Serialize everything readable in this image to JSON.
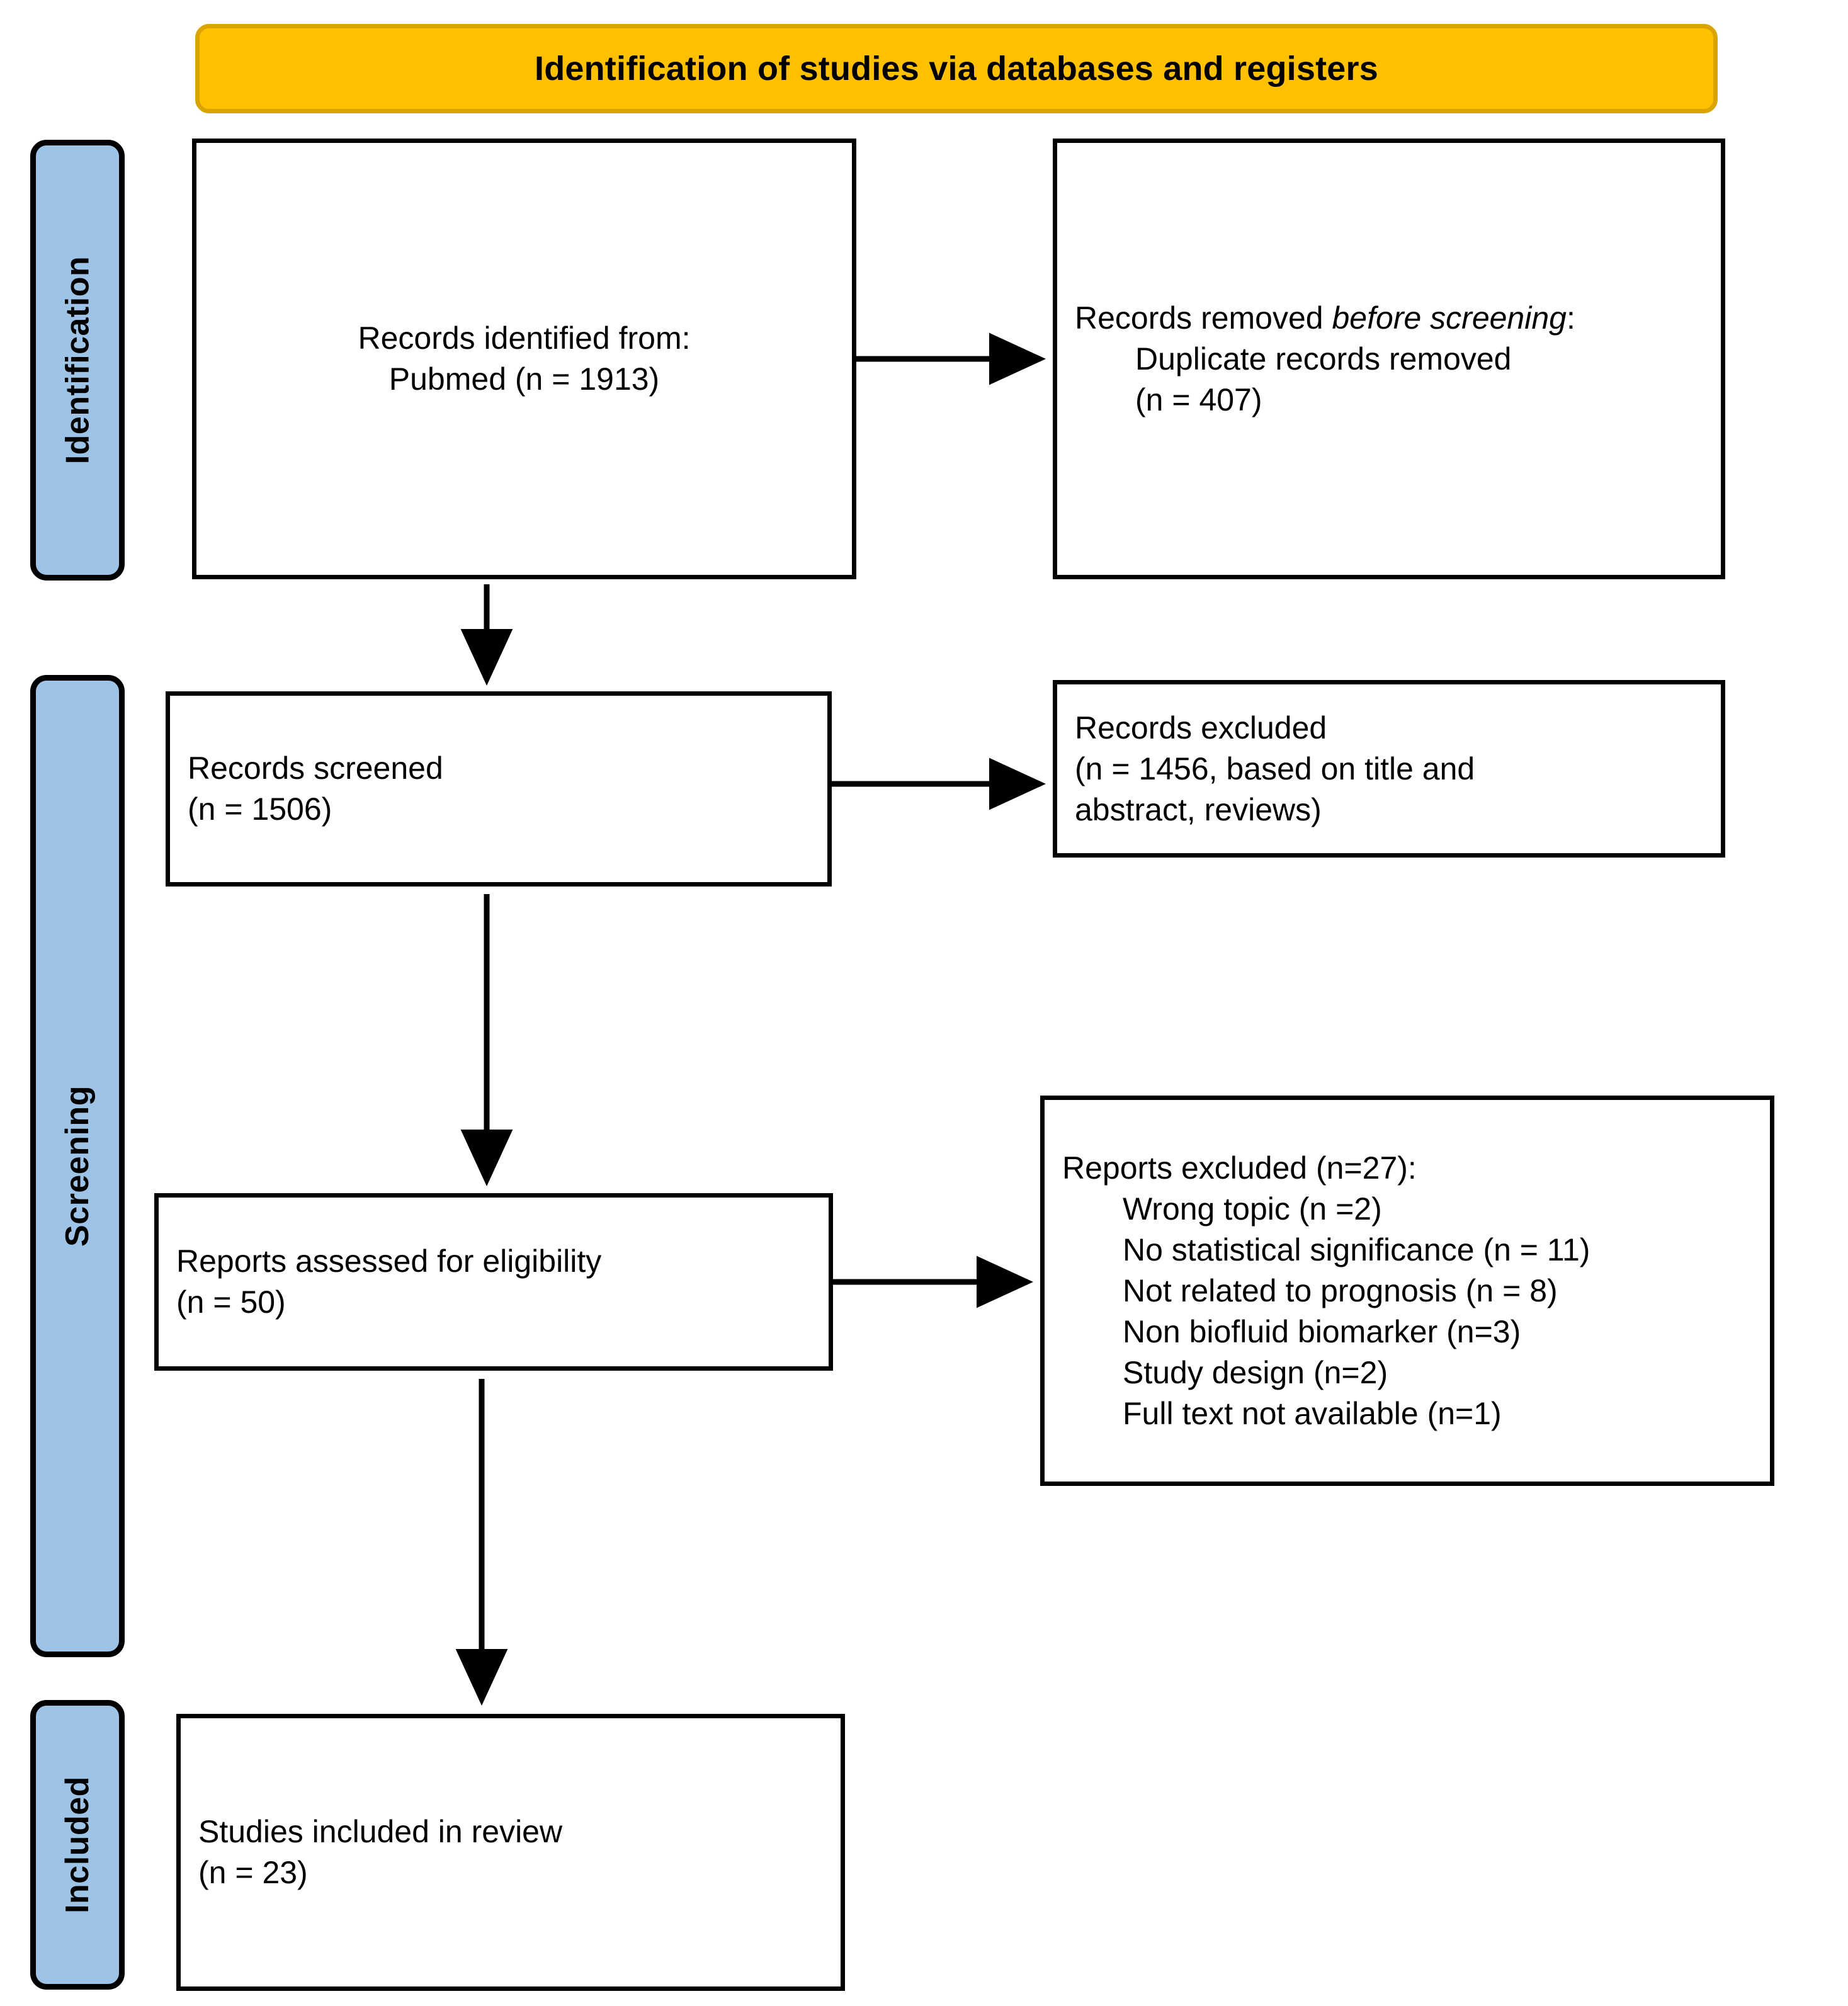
{
  "banner": {
    "title": "Identification of studies via databases and registers"
  },
  "stages": [
    {
      "key": "identification",
      "label": "Identification"
    },
    {
      "key": "screening",
      "label": "Screening"
    },
    {
      "key": "included",
      "label": "Included"
    }
  ],
  "boxes": {
    "identified": {
      "line1": "Records identified from:",
      "line2": "Pubmed (n = 1913)"
    },
    "removed": {
      "lead_plain": "Records removed ",
      "lead_italic": "before screening",
      "lead_colon": ":",
      "item1": "Duplicate records removed",
      "item2": "(n = 407)"
    },
    "screened": {
      "line1": "Records screened",
      "line2": "(n = 1506)"
    },
    "excluded": {
      "line1": "Records excluded",
      "line2": "(n = 1456, based on title and",
      "line3": "abstract, reviews)"
    },
    "eligibility": {
      "line1": "Reports assessed for eligibility",
      "line2": "(n = 50)"
    },
    "reports_excluded": {
      "heading": "Reports excluded (n=27):",
      "reasons": [
        "Wrong topic (n =2)",
        "No statistical significance (n = 11)",
        "Not related to prognosis (n = 8)",
        "Non biofluid biomarker (n=3)",
        "Study design (n=2)",
        "Full text not available (n=1)"
      ]
    },
    "included": {
      "line1": "Studies included in review",
      "line2": "(n = 23)"
    }
  },
  "colors": {
    "banner_fill": "#FFC000",
    "banner_border": "#D9A300",
    "stage_fill": "#9DC3E6",
    "stroke": "#000000",
    "box_fill": "#FFFFFF"
  },
  "connectors": [
    {
      "name": "identified-to-removed",
      "direction": "right"
    },
    {
      "name": "identified-to-screened",
      "direction": "down"
    },
    {
      "name": "screened-to-excluded",
      "direction": "right"
    },
    {
      "name": "screened-to-eligibility",
      "direction": "down"
    },
    {
      "name": "eligibility-to-reports-excluded",
      "direction": "right"
    },
    {
      "name": "eligibility-to-included",
      "direction": "down"
    }
  ]
}
